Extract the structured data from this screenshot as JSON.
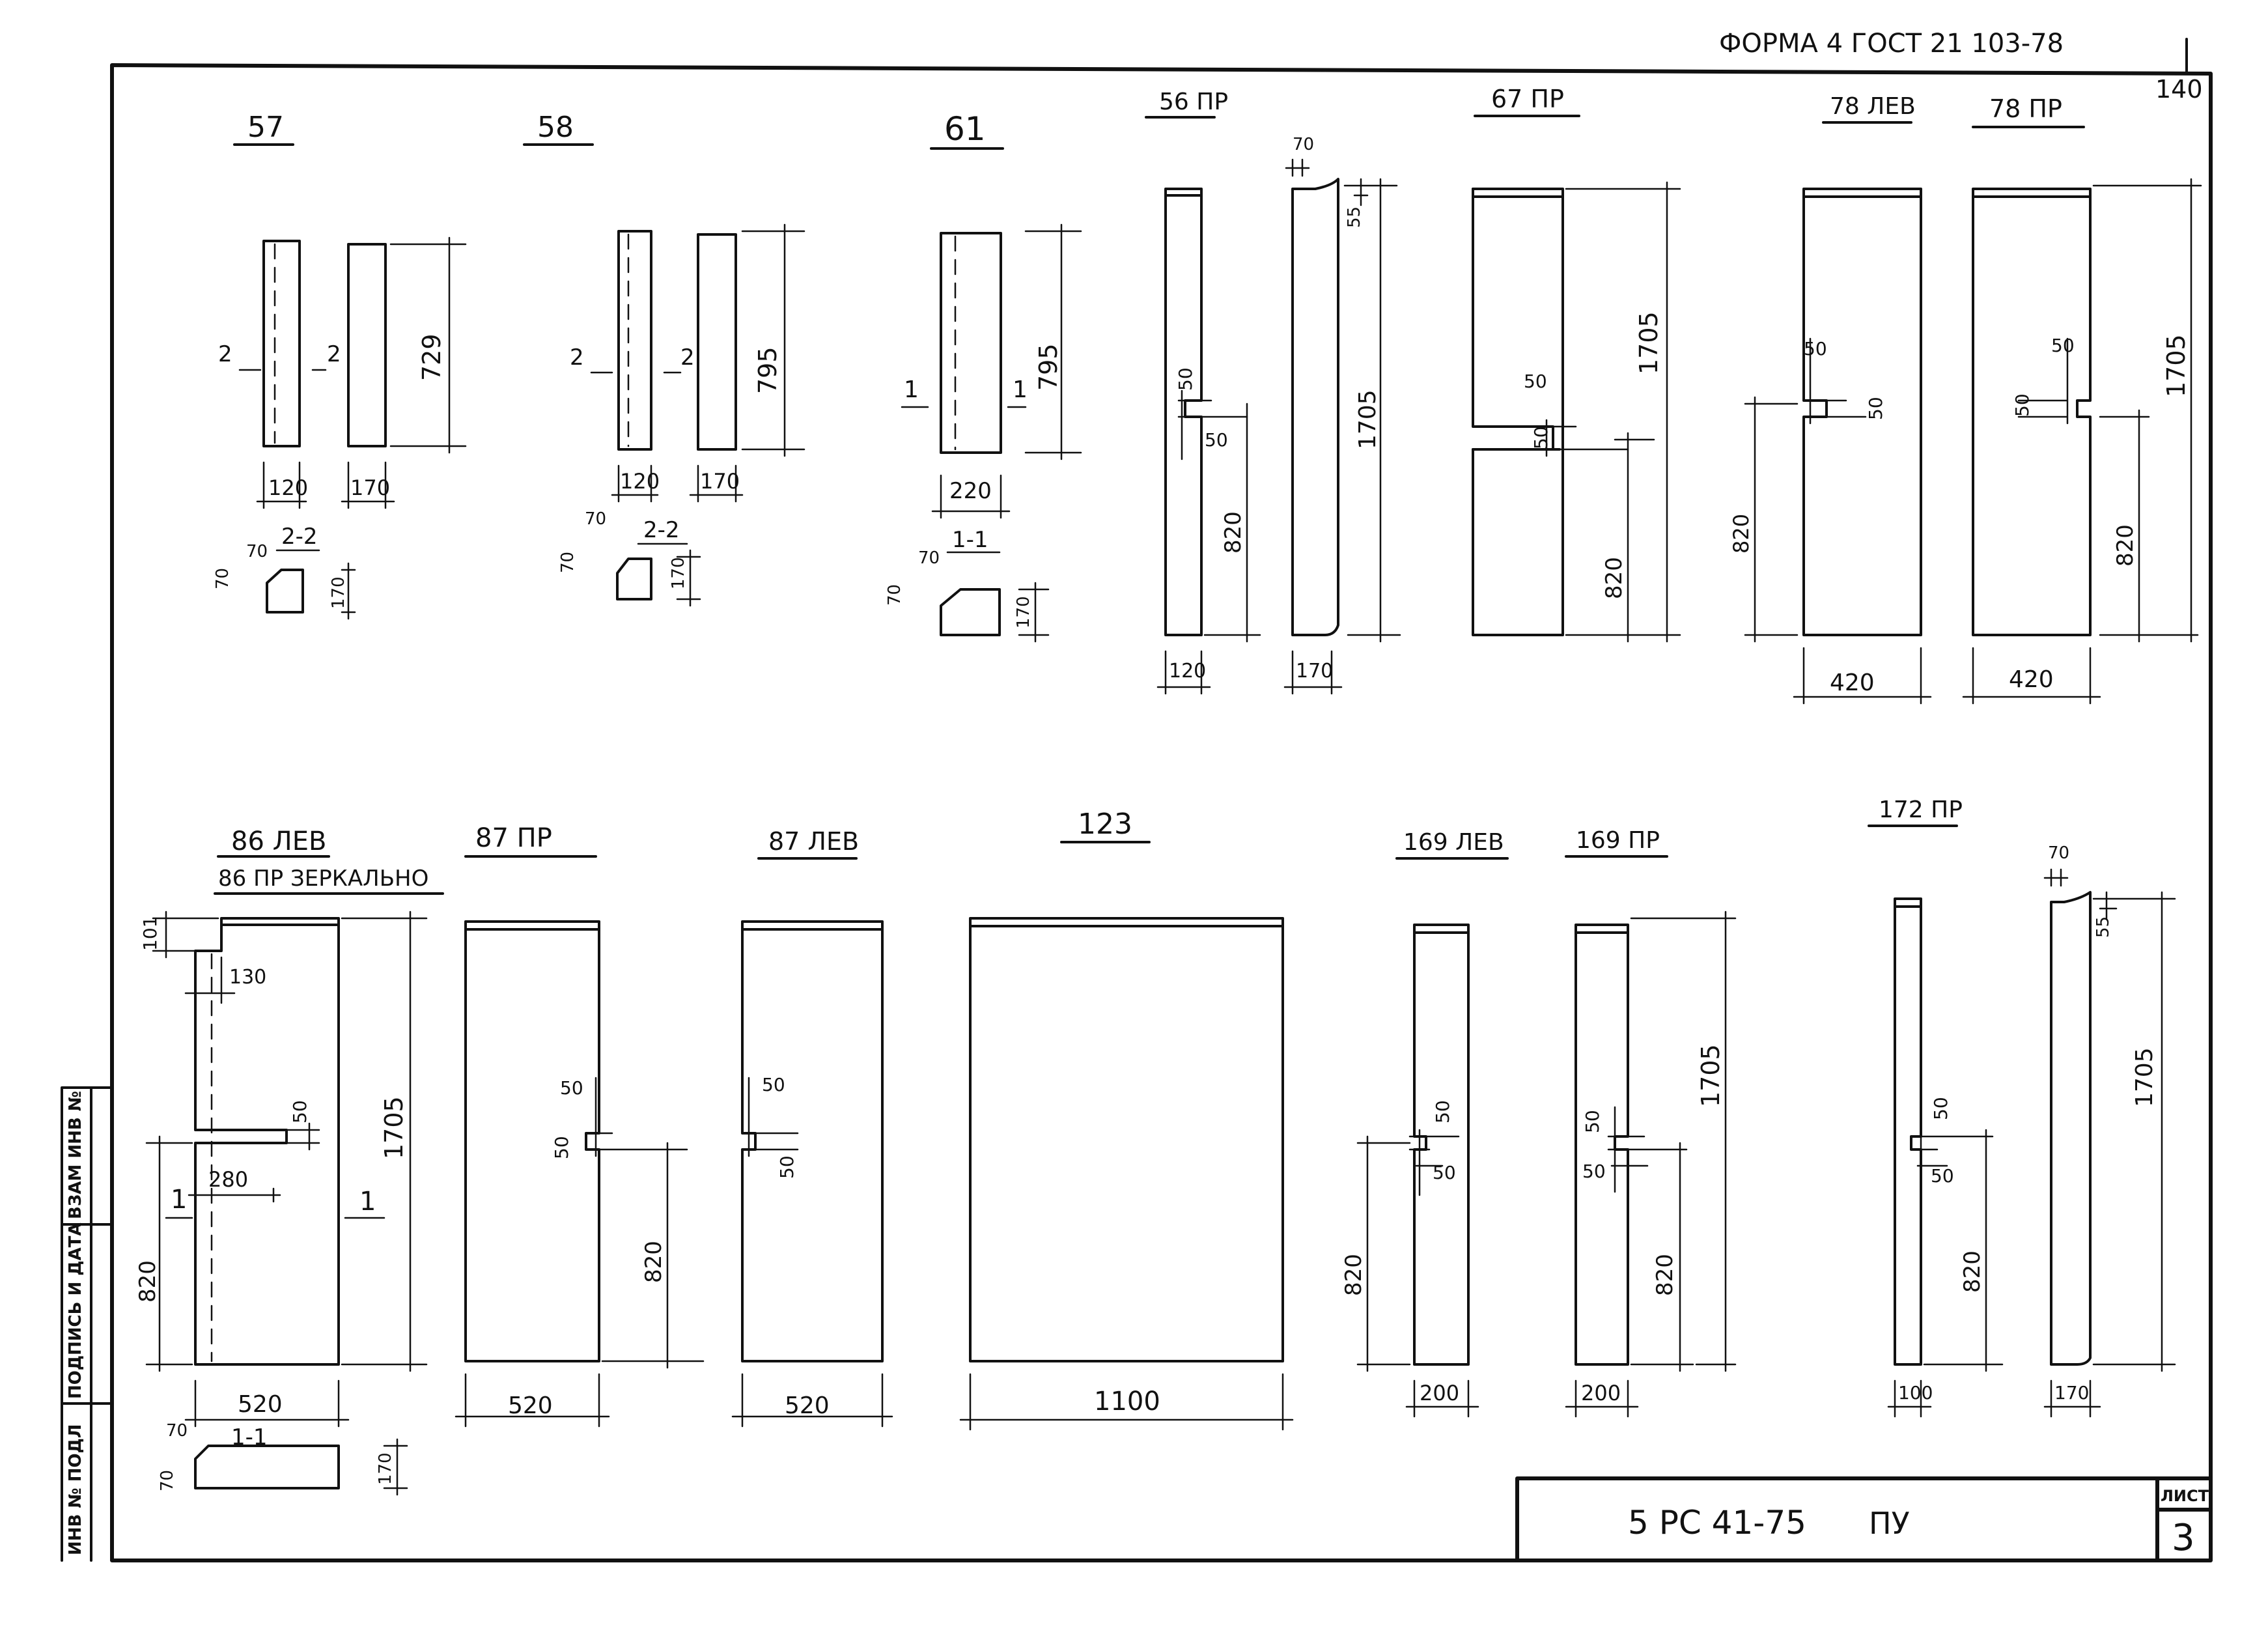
{
  "header": {
    "form_text": "ФОРМА 4  ГОСТ 21 103-78",
    "page_number": "140"
  },
  "side_stamp": {
    "inv_podl": "ИНВ № ПОДЛ",
    "sign_date": "ПОДПИСЬ И ДАТА",
    "vzam_inv": "ВЗАМ ИНВ №"
  },
  "title_block": {
    "code": "5 РС 41-75",
    "sub": "ПУ",
    "sheet_label": "ЛИСТ",
    "sheet_number": "3"
  },
  "parts": {
    "p57": {
      "label": "57",
      "sec_a": "2",
      "sec_b": "2",
      "h": "729",
      "w1": "120",
      "w2": "170",
      "sec_title": "2-2",
      "c1": "70",
      "c2": "70",
      "c3": "170"
    },
    "p58": {
      "label": "58",
      "sec_a": "2",
      "sec_b": "2",
      "h": "795",
      "w1": "120",
      "w2": "170",
      "sec_title": "2-2",
      "c1": "70",
      "c2": "70",
      "c3": "170"
    },
    "p61": {
      "label": "61",
      "sec_a": "1",
      "sec_b": "1",
      "h": "795",
      "w1": "220",
      "sec_title": "1-1",
      "c1": "70",
      "c2": "70",
      "c3": "170"
    },
    "p56": {
      "label": "56 ПР",
      "n1": "50",
      "n2": "50",
      "h1": "820",
      "w1": "120",
      "w2": "170",
      "top": "70",
      "cut": "55",
      "h": "1705"
    },
    "p67": {
      "label": "67 ПР",
      "n1": "50",
      "n2": "50",
      "h": "1705",
      "h1": "820"
    },
    "p78l": {
      "label": "78 ЛЕВ",
      "n1": "50",
      "n2": "50",
      "h1": "820",
      "w": "420"
    },
    "p78r": {
      "label": "78 ПР",
      "n1": "50",
      "n2": "50",
      "h1": "820",
      "h": "1705",
      "w": "420"
    },
    "p86": {
      "label": "86 ЛЕВ",
      "label2": "86 ПР ЗЕРКАЛЬНО",
      "d101": "101",
      "d130": "130",
      "n1": "50",
      "d280": "280",
      "sec_a": "1",
      "sec_b": "1",
      "h1": "820",
      "h": "1705",
      "w": "520",
      "sec_title": "1-1",
      "c1": "70",
      "c2": "70",
      "c3": "170"
    },
    "p87r": {
      "label": "87 ПР",
      "n1": "50",
      "n2": "50",
      "h1": "820",
      "w": "520"
    },
    "p87l": {
      "label": "87 ЛЕВ",
      "n1": "50",
      "n2": "50",
      "w": "520"
    },
    "p123": {
      "label": "123",
      "w": "1100"
    },
    "p169l": {
      "label": "169 ЛЕВ",
      "n1": "50",
      "n2": "50",
      "h1": "820",
      "w": "200"
    },
    "p169r": {
      "label": "169 ПР",
      "n1": "50",
      "n2": "50",
      "h1": "820",
      "h": "1705",
      "w": "200"
    },
    "p172": {
      "label": "172 ПР",
      "n1": "50",
      "n2": "50",
      "h1": "820",
      "w1": "100",
      "top": "70",
      "cut": "55",
      "h": "1705",
      "w2": "170"
    }
  },
  "colors": {
    "ink": "#111111",
    "paper": "#ffffff"
  }
}
